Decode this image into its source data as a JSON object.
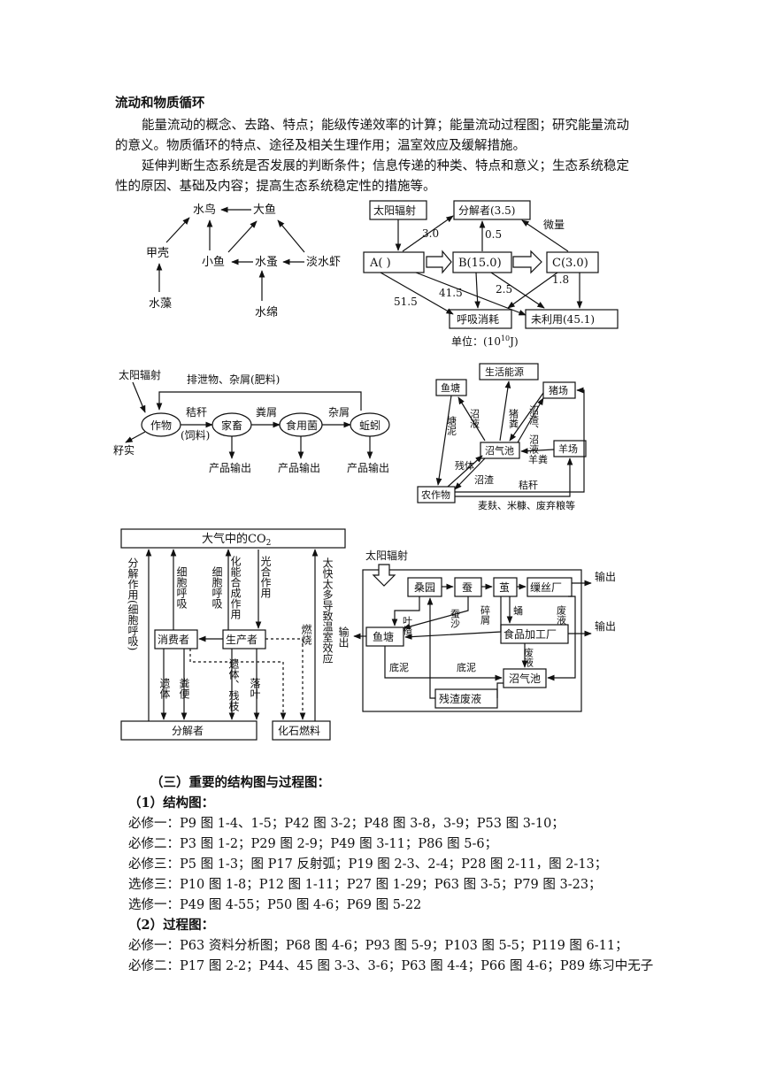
{
  "text": {
    "heading": "流动和物质循环",
    "p1a": "能量流动的概念、去路、特点；能级传递效率的计算；能量流动过程图；研究能量流动",
    "p1b": "的意义。物质循环的特点、途径及相关生理作用；温室效应及缓解措施。",
    "p2a": "延伸判断生态系统是否发展的判断条件；信息传递的种类、特点和意义；生态系统稳定",
    "p2b": "性的原因、基础及内容；提高生态系统稳定性的措施等。"
  },
  "d1": {
    "shuiniao": "水鸟",
    "dayu": "大鱼",
    "jiake": "甲壳",
    "xiaoyu": "小鱼",
    "shuican": "水蚤",
    "xia": "淡水虾",
    "shuizao": "水藻",
    "shuimian": "水绵"
  },
  "d2": {
    "sun": "太阳辐射",
    "decomp": "分解者(3.5)",
    "weiliang": "微量",
    "A": "A(      )",
    "B": "B(15.0)",
    "C": "C(3.0)",
    "resp": "呼吸消耗",
    "unused": "未利用(45.1)",
    "v30": "3.0",
    "v05": "0.5",
    "v18": "1.8",
    "v25": "2.5",
    "v415": "41.5",
    "v515": "51.5",
    "unit": "单位：(10",
    "unit_sup": "10",
    "unit_end": "J)"
  },
  "d3": {
    "sun": "太阳辐射",
    "paixie": "排泄物、杂屑(肥料)",
    "zuowu": "作物",
    "jiechu": "秸秆",
    "siliao": "(饲料)",
    "jiachu": "家畜",
    "fenxie": "粪屑",
    "junti": "食用菌",
    "zaxie": "杂屑",
    "qiuyin": "蚯蚓",
    "zishi": "籽实",
    "out1": "产品输出",
    "out2": "产品输出",
    "out3": "产品输出"
  },
  "d4": {
    "yutang": "鱼塘",
    "nengyuan": "生活能源",
    "zhuchang": "猪场",
    "zhaoqichi": "沼气池",
    "yangchang": "羊场",
    "nongzuowu": "农作物",
    "tangni": "塘泥",
    "zhaoye": "沼液",
    "zhufen": "猪粪",
    "zhaozhaye": "沼渣、沼液",
    "yangfen": "羊粪",
    "canbian": "残体",
    "zhaozha": "沼渣",
    "jiegan": "秸秆",
    "bottom": "麦麸、米糠、废弃粮等"
  },
  "d5": {
    "co2": "大气中的CO",
    "co2sub": "2",
    "fenjie_zuoyong": "分解作用(细胞呼吸)",
    "xibao1": "细胞呼吸",
    "xibao2": "细胞呼吸",
    "huaneng": "化能合成作用",
    "guanghe": "光合作用",
    "taikuai": "太快太多导致温室效应",
    "ranshao": "燃烧",
    "xiaofei": "消费者",
    "shengchan": "生产者",
    "yiti": "遗体",
    "fenbian": "粪便",
    "yiti2": "遗体、残枝",
    "luoye": "落叶",
    "fenjiezhe": "分解者",
    "huashi": "化石燃料"
  },
  "d6": {
    "sun": "太阳辐射",
    "sangyuan": "桑园",
    "can": "蚕",
    "jian": "茧",
    "sichang": "缫丝厂",
    "out1": "输出",
    "out2": "输出",
    "out3": "输出",
    "yutang": "鱼塘",
    "yeye": "叶楂",
    "cansha": "蚕沙",
    "suixie": "碎屑",
    "yong": "蛹",
    "feiye": "废液",
    "shipin": "食品加工厂",
    "feiye2": "废液",
    "dini1": "底泥",
    "dini2": "底泥",
    "zhaoqi": "沼气池",
    "canzha": "残渣废液"
  },
  "list": {
    "h3": "（三）重要的结构图与过程图：",
    "s1": "（1）结构图：",
    "l1": "必修一：P9 图 1-4、1-5；P42 图 3-2；P48 图 3-8，3-9；P53 图 3-10；",
    "l2": "必修二：P3 图 1-2；P29 图 2-9；P49 图 3-11；P86 图 5-6；",
    "l3": "必修三：P5 图 1-3；图 P17 反射弧；P19 图 2-3、2-4；P28 图 2-11，图 2-13；",
    "l4": "选修三：P10 图 1-8；P12 图 1-11；P27 图 1-29；P63 图 3-5；P79 图 3-23；",
    "l5": "选修一：P49 图 4-55；P50 图 4-6；P69 图 5-22",
    "s2": "（2）过程图：",
    "l6": "必修一：P63 资料分析图；P68 图 4-6；P93 图 5-9；P103 图 5-5；P119 图 6-11；",
    "l7": "必修二：P17 图 2-2；P44、45 图 3-3、3-6；P63 图 4-4；P66 图 4-6；P89 练习中无子"
  }
}
